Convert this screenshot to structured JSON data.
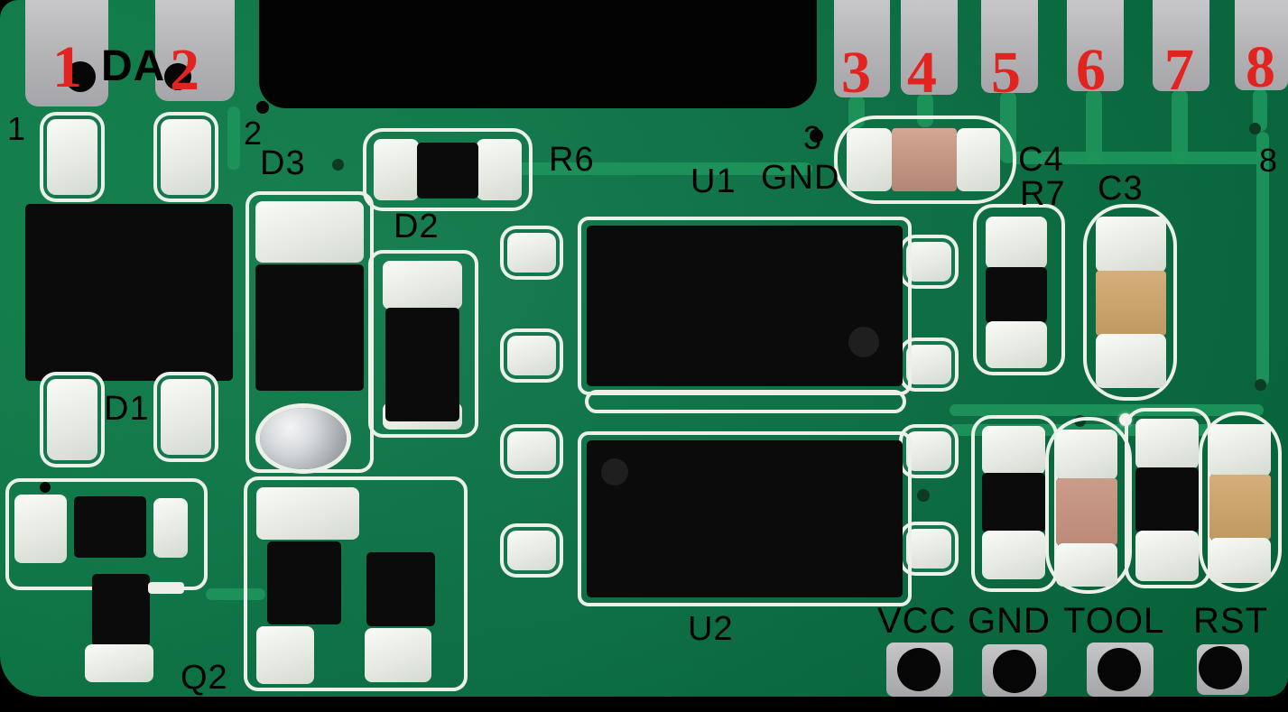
{
  "title": "Annotated PCB module photo (top view)",
  "colors": {
    "background": "#000000",
    "board_green": "#097345",
    "trace_green": "#1d945a",
    "pad_gray": "#b3b3b6",
    "silkscreen_white": "#edf0e9",
    "component_black": "#0b0b0b",
    "capacitor_tan_pink": "#c0937f",
    "capacitor_tan_yellow": "#c09862",
    "annotation_red": "#e3231f",
    "annotation_black": "#000000"
  },
  "pins": {
    "red_numbers": [
      "1",
      "2",
      "3",
      "4",
      "5",
      "6",
      "7",
      "8"
    ],
    "silkscreen": {
      "pin1": "1",
      "pin2": "2",
      "pin3": "3",
      "pin8": "8"
    }
  },
  "labels": {
    "da": "DA",
    "d1": "D1",
    "d2": "D2",
    "d3": "D3",
    "q2": "Q2",
    "r6": "R6",
    "r7": "R7",
    "u1": "U1",
    "u2": "U2",
    "c3": "C3",
    "c4": "C4",
    "gnd_top": "GND"
  },
  "programming_pads": [
    {
      "label": "VCC"
    },
    {
      "label": "GND"
    },
    {
      "label": "TOOL"
    },
    {
      "label": "RST"
    }
  ]
}
